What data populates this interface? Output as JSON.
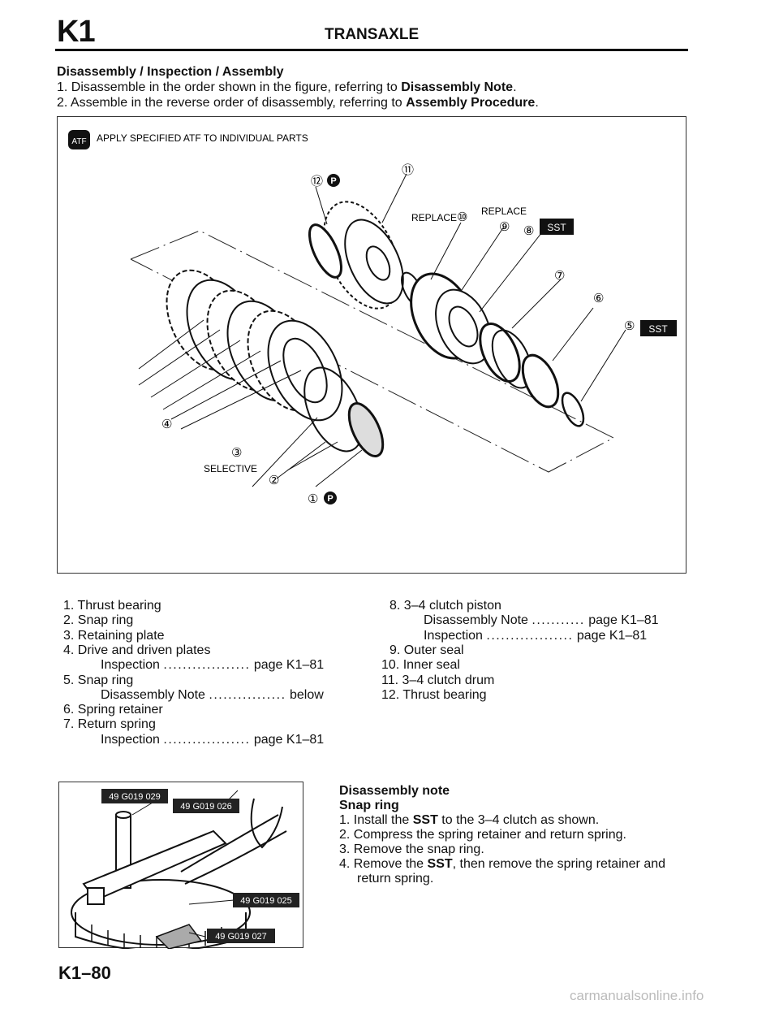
{
  "header": {
    "section_code": "K1",
    "title": "TRANSAXLE"
  },
  "heading": "Disassembly / Inspection / Assembly",
  "instructions": [
    {
      "num": "1.",
      "text": "Disassemble in the order shown in the figure, referring to ",
      "bold": "Disassembly Note",
      "end": "."
    },
    {
      "num": "2.",
      "text": "Assemble in the reverse order of disassembly, referring to ",
      "bold": "Assembly Procedure",
      "end": "."
    }
  ],
  "diagram": {
    "atf_badge": "ATF",
    "atf_note": "APPLY SPECIFIED ATF TO INDIVIDUAL PARTS",
    "replace_1": "REPLACE",
    "replace_2": "REPLACE",
    "selective": "SELECTIVE",
    "sst": "SST",
    "p_mark": "P",
    "callouts": [
      "①",
      "②",
      "③",
      "④",
      "⑤",
      "⑥",
      "⑦",
      "⑧",
      "⑨",
      "⑩",
      "⑪",
      "⑫"
    ]
  },
  "parts_left": [
    {
      "num": "1.",
      "name": "Thrust bearing"
    },
    {
      "num": "2.",
      "name": "Snap ring"
    },
    {
      "num": "3.",
      "name": "Retaining plate"
    },
    {
      "num": "4.",
      "name": "Drive and driven plates"
    },
    {
      "sub": "Inspection",
      "dots": "..................",
      "ref": "page K1–81"
    },
    {
      "num": "5.",
      "name": "Snap ring"
    },
    {
      "sub": "Disassembly Note",
      "dots": "................",
      "ref": "below"
    },
    {
      "num": "6.",
      "name": "Spring retainer"
    },
    {
      "num": "7.",
      "name": "Return spring"
    },
    {
      "sub": "Inspection",
      "dots": "..................",
      "ref": "page K1–81"
    }
  ],
  "parts_right": [
    {
      "num": "8.",
      "name": "3–4 clutch piston"
    },
    {
      "sub": "Disassembly Note",
      "dots": "...........",
      "ref": "page K1–81"
    },
    {
      "sub": "Inspection",
      "dots": "..................",
      "ref": "page K1–81"
    },
    {
      "num": "9.",
      "name": "Outer seal"
    },
    {
      "num": "10.",
      "name": "Inner seal"
    },
    {
      "num": "11.",
      "name": "3–4 clutch drum"
    },
    {
      "num": "12.",
      "name": "Thrust bearing"
    }
  ],
  "tool_labels": [
    "49 G019 029",
    "49 G019 026",
    "49 G019 025",
    "49 G019 027"
  ],
  "note": {
    "title": "Disassembly note",
    "subtitle": "Snap ring",
    "steps": [
      {
        "num": "1.",
        "pre": "Install the ",
        "bold": "SST",
        "post": " to the 3–4 clutch as shown."
      },
      {
        "num": "2.",
        "pre": "Compress the spring retainer and return spring.",
        "bold": "",
        "post": ""
      },
      {
        "num": "3.",
        "pre": "Remove the snap ring.",
        "bold": "",
        "post": ""
      },
      {
        "num": "4.",
        "pre": "Remove the ",
        "bold": "SST",
        "post": ", then remove the spring retainer and"
      },
      {
        "num": "",
        "pre": "return spring.",
        "bold": "",
        "post": ""
      }
    ]
  },
  "footer": {
    "page_number": "K1–80",
    "watermark": "carmanualsonline.info"
  }
}
